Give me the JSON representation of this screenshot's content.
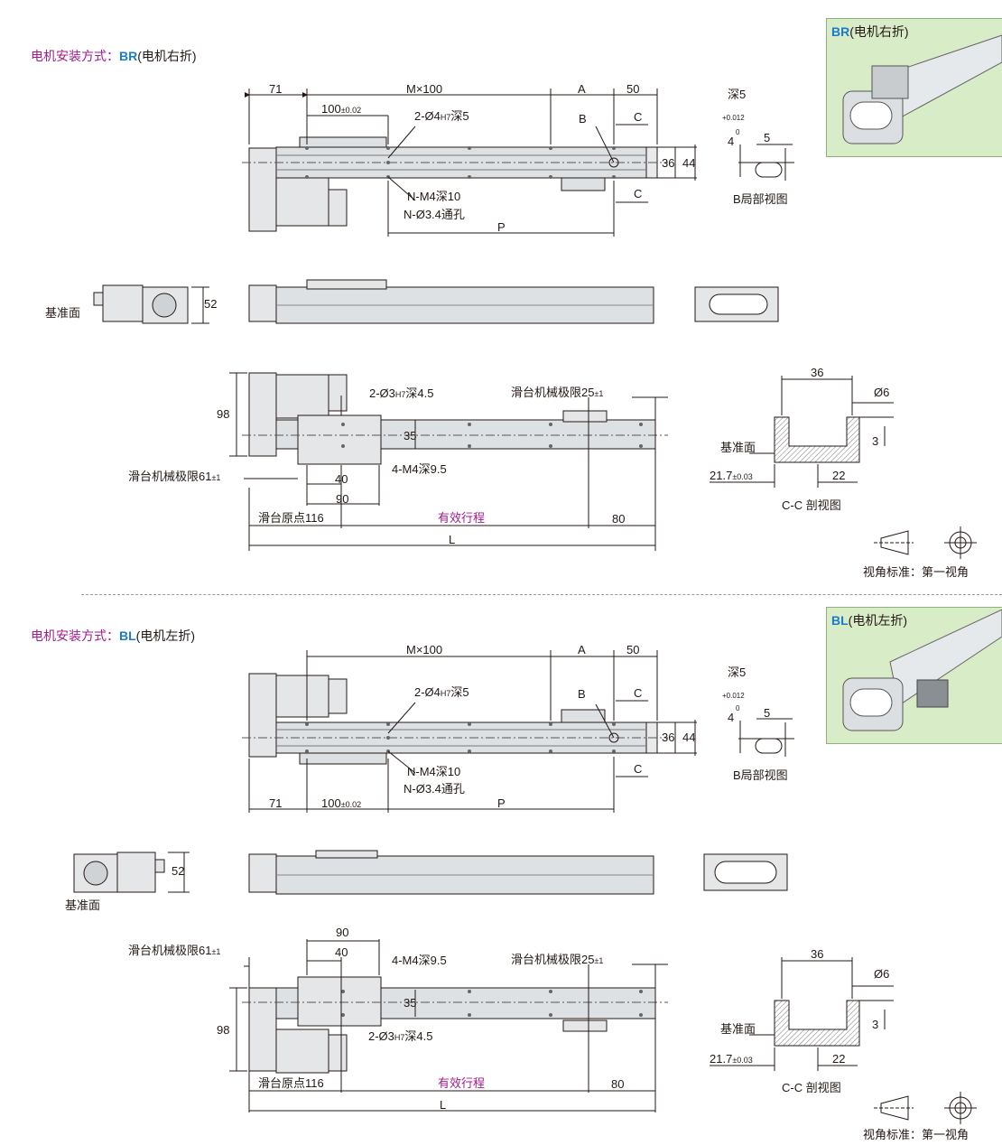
{
  "sections": [
    {
      "title_prefix": "电机安装方式：",
      "mount_code": "BR",
      "mount_label": "(电机右折)",
      "photo_code": "BR",
      "photo_label": "(电机右折)",
      "dims": {
        "d71": "71",
        "m100": "M×100",
        "a": "A",
        "d50": "50",
        "d100": "100",
        "tol002": "±0.02",
        "hole2": "2-Ø4",
        "h7": "H7",
        "deep5": "深5",
        "b": "B",
        "c": "C",
        "d36": "36",
        "d44": "44",
        "nm4": "N-M4深10",
        "n34": "N-Ø3.4通孔",
        "p": "P",
        "ref_face": "基准面",
        "d52": "52",
        "d98": "98",
        "hole3": "2-Ø3",
        "deep45": "深4.5",
        "limit25": "滑台机械极限25",
        "tol1": "±1",
        "d35": "35",
        "m4_4": "4-M4深9.5",
        "d40": "40",
        "d90": "90",
        "limit61": "滑台机械极限61",
        "origin": "滑台原点116",
        "stroke": "有效行程",
        "d80": "80",
        "l": "L",
        "b_d4": "4",
        "b_tol_up": "+0.012",
        "b_tol_dn": "0",
        "b_deep5": "深5",
        "b_d5": "5",
        "b_view": "B局部视图",
        "cc_d36": "36",
        "cc_phi6": "Ø6",
        "cc_ref": "基准面",
        "cc_d3": "3",
        "cc_d217": "21.7",
        "cc_tol": "±0.03",
        "cc_d22": "22",
        "cc_view": "C-C 剖视图",
        "angle": "视角标准：第一视角"
      }
    },
    {
      "title_prefix": "电机安装方式：",
      "mount_code": "BL",
      "mount_label": "(电机左折)",
      "photo_code": "BL",
      "photo_label": "(电机左折)",
      "dims": {
        "d71": "71",
        "m100": "M×100",
        "a": "A",
        "d50": "50",
        "d100": "100",
        "tol002": "±0.02",
        "hole2": "2-Ø4",
        "h7": "H7",
        "deep5": "深5",
        "b": "B",
        "c": "C",
        "d36": "36",
        "d44": "44",
        "nm4": "N-M4深10",
        "n34": "N-Ø3.4通孔",
        "p": "P",
        "ref_face": "基准面",
        "d52": "52",
        "d98": "98",
        "hole3": "2-Ø3",
        "deep45": "深4.5",
        "limit25": "滑台机械极限25",
        "tol1": "±1",
        "d35": "35",
        "m4_4": "4-M4深9.5",
        "d40": "40",
        "d90": "90",
        "limit61": "滑台机械极限61",
        "origin": "滑台原点116",
        "stroke": "有效行程",
        "d80": "80",
        "l": "L",
        "b_d4": "4",
        "b_tol_up": "+0.012",
        "b_tol_dn": "0",
        "b_deep5": "深5",
        "b_d5": "5",
        "b_view": "B局部视图",
        "cc_d36": "36",
        "cc_phi6": "Ø6",
        "cc_ref": "基准面",
        "cc_d3": "3",
        "cc_d217": "21.7",
        "cc_tol": "±0.03",
        "cc_d22": "22",
        "cc_view": "C-C 剖视图",
        "angle": "视角标准：第一视角"
      }
    }
  ],
  "colors": {
    "title": "#a11b8c",
    "code": "#1b7cc5",
    "photo_bg": "#d9ecc8",
    "body": "#dfe3e6",
    "line": "#231815"
  }
}
